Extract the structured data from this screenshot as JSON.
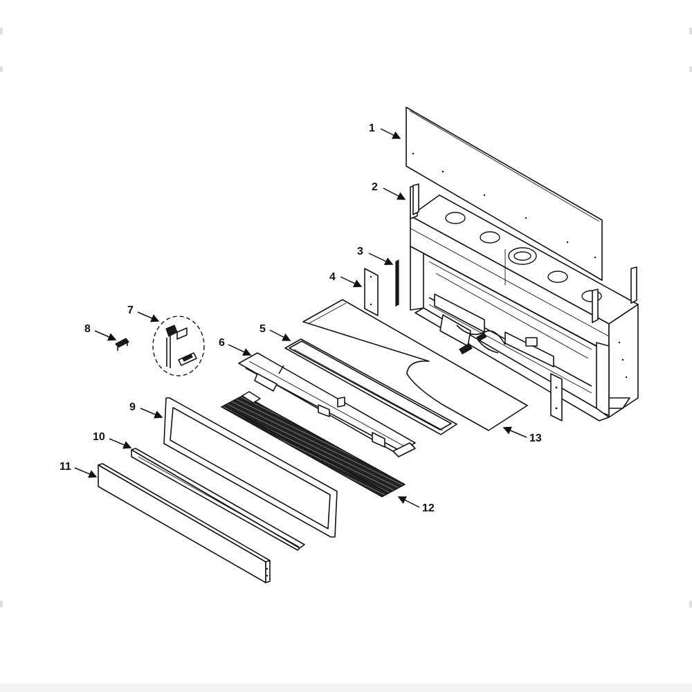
{
  "diagram": {
    "type": "exploded-parts-view",
    "callouts": [
      "1",
      "2",
      "3",
      "4",
      "5",
      "6",
      "7",
      "8",
      "9",
      "10",
      "11",
      "12",
      "13"
    ]
  },
  "colors": {
    "line": "#111111",
    "background": "#ffffff"
  }
}
